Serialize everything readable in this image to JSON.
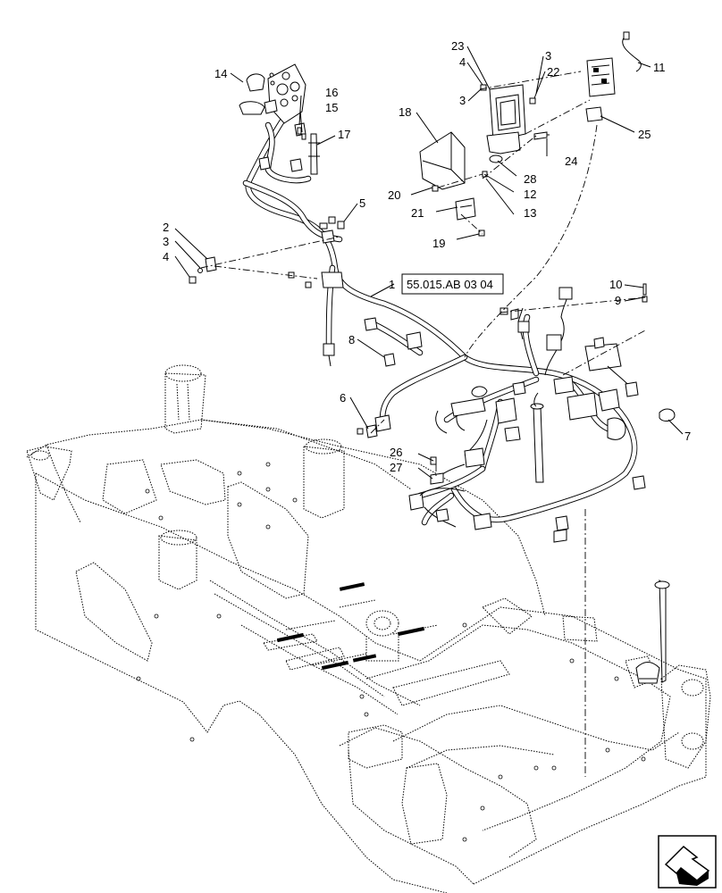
{
  "diagram": {
    "reference_box": "55.015.AB 03 04",
    "callouts": [
      {
        "id": "c14",
        "label": "14"
      },
      {
        "id": "c16",
        "label": "16"
      },
      {
        "id": "c15",
        "label": "15"
      },
      {
        "id": "c17",
        "label": "17"
      },
      {
        "id": "c5",
        "label": "5"
      },
      {
        "id": "c2",
        "label": "2"
      },
      {
        "id": "c3a",
        "label": "3"
      },
      {
        "id": "c4a",
        "label": "4"
      },
      {
        "id": "c1",
        "label": "1"
      },
      {
        "id": "c8",
        "label": "8"
      },
      {
        "id": "c6",
        "label": "6"
      },
      {
        "id": "c23",
        "label": "23"
      },
      {
        "id": "c4b",
        "label": "4"
      },
      {
        "id": "c3b",
        "label": "3"
      },
      {
        "id": "c3c",
        "label": "3"
      },
      {
        "id": "c22",
        "label": "22"
      },
      {
        "id": "c11",
        "label": "11"
      },
      {
        "id": "c18",
        "label": "18"
      },
      {
        "id": "c25",
        "label": "25"
      },
      {
        "id": "c24",
        "label": "24"
      },
      {
        "id": "c28",
        "label": "28"
      },
      {
        "id": "c20",
        "label": "20"
      },
      {
        "id": "c12",
        "label": "12"
      },
      {
        "id": "c21",
        "label": "21"
      },
      {
        "id": "c13",
        "label": "13"
      },
      {
        "id": "c19",
        "label": "19"
      },
      {
        "id": "c10",
        "label": "10"
      },
      {
        "id": "c9",
        "label": "9"
      },
      {
        "id": "c7",
        "label": "7"
      },
      {
        "id": "c26",
        "label": "26"
      },
      {
        "id": "c27",
        "label": "27"
      }
    ],
    "nav_icon": "next-page-arrow-icon"
  }
}
